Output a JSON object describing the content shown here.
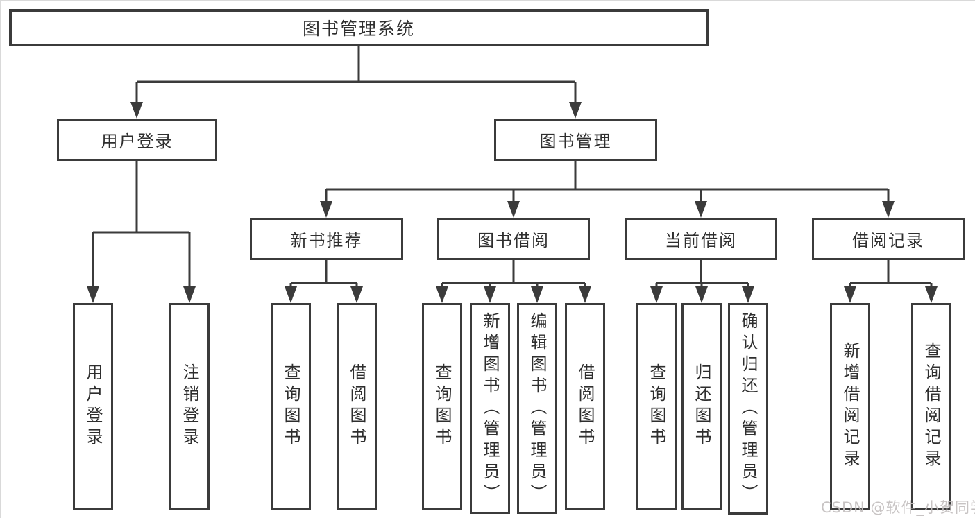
{
  "diagram": {
    "root": {
      "label": "图书管理系统"
    },
    "user_login": {
      "label": "用户登录",
      "children": [
        {
          "label": "用户登录"
        },
        {
          "label": "注销登录"
        }
      ]
    },
    "book_mgmt": {
      "label": "图书管理",
      "children": {
        "new_books": {
          "label": "新书推荐",
          "children": [
            {
              "label": "查询图书"
            },
            {
              "label": "借阅图书"
            }
          ]
        },
        "book_borrow": {
          "label": "图书借阅",
          "children": [
            {
              "label": "查询图书"
            },
            {
              "label": "新增图书（管理员）"
            },
            {
              "label": "编辑图书（管理员）"
            },
            {
              "label": "借阅图书"
            }
          ]
        },
        "current_borrow": {
          "label": "当前借阅",
          "children": [
            {
              "label": "查询图书"
            },
            {
              "label": "归还图书"
            },
            {
              "label": "确认归还（管理员）"
            }
          ]
        },
        "borrow_records": {
          "label": "借阅记录",
          "children": [
            {
              "label": "新增借阅记录"
            },
            {
              "label": "查询借阅记录"
            }
          ]
        }
      }
    }
  },
  "colors": {
    "line": "#3b3b3b",
    "text": "#2e2e2e",
    "watermark": "#c4c0c0"
  },
  "watermark": {
    "text": "CSDN @软件_小贺同学"
  }
}
